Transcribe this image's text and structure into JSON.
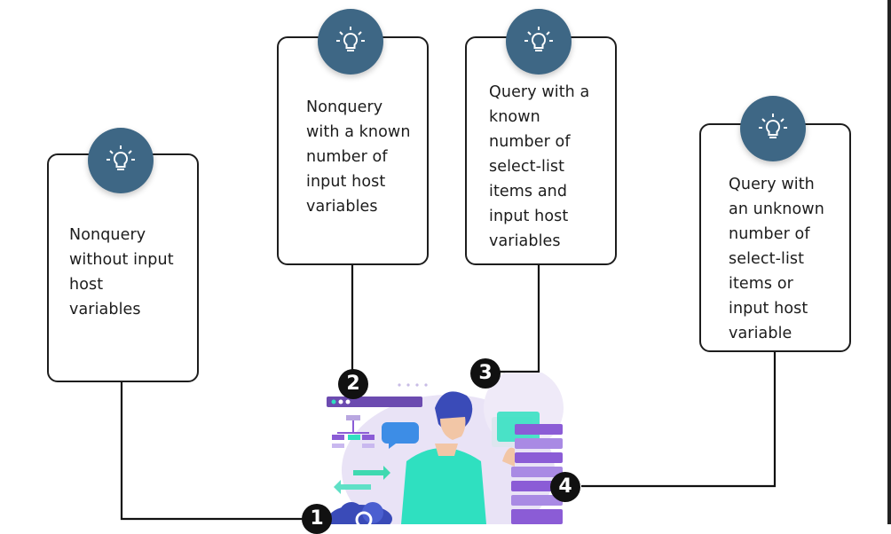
{
  "steps": [
    {
      "number": "1",
      "label": "Nonquery without input host variables",
      "lines": [
        "Nonquery",
        "without input",
        "host",
        "variables"
      ]
    },
    {
      "number": "2",
      "label": "Nonquery with a known number of input host variables",
      "lines": [
        "Nonquery",
        "with a known",
        "number of",
        "input host",
        "variables"
      ]
    },
    {
      "number": "3",
      "label": "Query with a known number of select-list items and input host variables",
      "lines": [
        "Query with a",
        "known",
        "number of",
        "select-list",
        "items and",
        "input host",
        "variables"
      ]
    },
    {
      "number": "4",
      "label": "Query with an unknown number of select-list items or input host variable",
      "lines": [
        "Query with",
        "an unknown",
        "number of",
        "select-list",
        "items or",
        "input host",
        "variable"
      ]
    }
  ],
  "icons": {
    "card": "lightbulb-icon",
    "illustration": "developer-with-servers-illustration"
  },
  "colors": {
    "bulb_circle": "#3e6785",
    "line": "#111111",
    "accent_purple": "#8b5cd6",
    "accent_teal": "#2fe0c0"
  }
}
